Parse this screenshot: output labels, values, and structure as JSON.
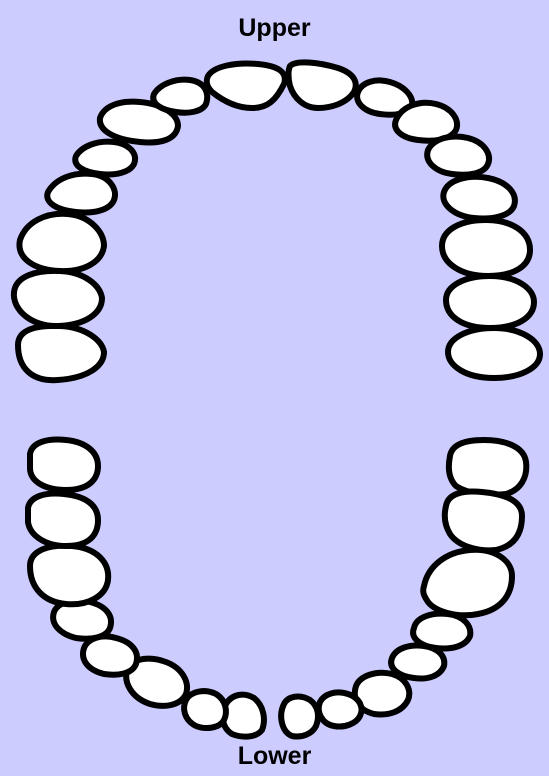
{
  "labels": {
    "upper": "Upper",
    "lower": "Lower"
  },
  "colors": {
    "background": "#ccccff",
    "tooth_fill": "#ffffff",
    "tooth_outline": "#000000"
  },
  "upper_arch": {
    "tooth_count": 16
  },
  "lower_arch": {
    "tooth_count": 16
  }
}
